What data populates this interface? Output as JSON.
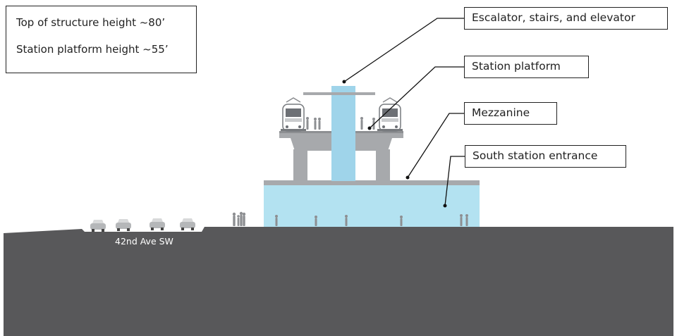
{
  "info_box": {
    "line1": "Top of structure height ~80’",
    "line2": "Station platform height ~55’"
  },
  "callouts": {
    "escalator": "Escalator, stairs, and elevator",
    "platform": "Station platform",
    "mezzanine": "Mezzanine",
    "entrance": "South station entrance"
  },
  "street_label": "42nd Ave SW",
  "colors": {
    "ground": "#58585a",
    "concrete": "#a7a9ac",
    "glass": "#b3e2f1",
    "glass_dark": "#9fd4ea",
    "text": "#222222"
  }
}
